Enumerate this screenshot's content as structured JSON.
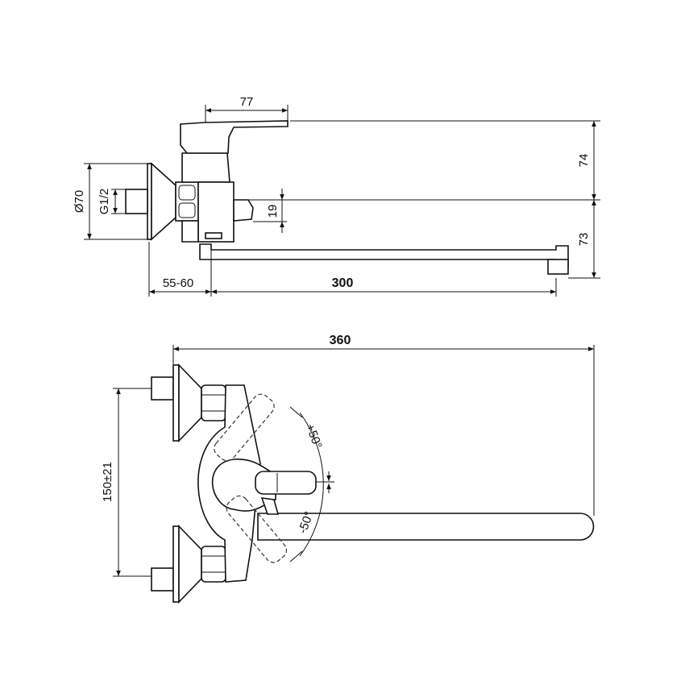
{
  "side_view": {
    "dim_handle_length": "77",
    "dim_handle_height": "74",
    "dim_spout_drop": "73",
    "dim_outlet_offset": "19",
    "dim_plate_diameter": "Ø70",
    "dim_thread": "G1/2",
    "dim_wall_distance": "55-60",
    "dim_spout_length": "300"
  },
  "top_view": {
    "dim_total_length": "360",
    "dim_inlet_spacing": "150±21",
    "angle_plus": "+50°",
    "angle_minus": "-50°"
  }
}
